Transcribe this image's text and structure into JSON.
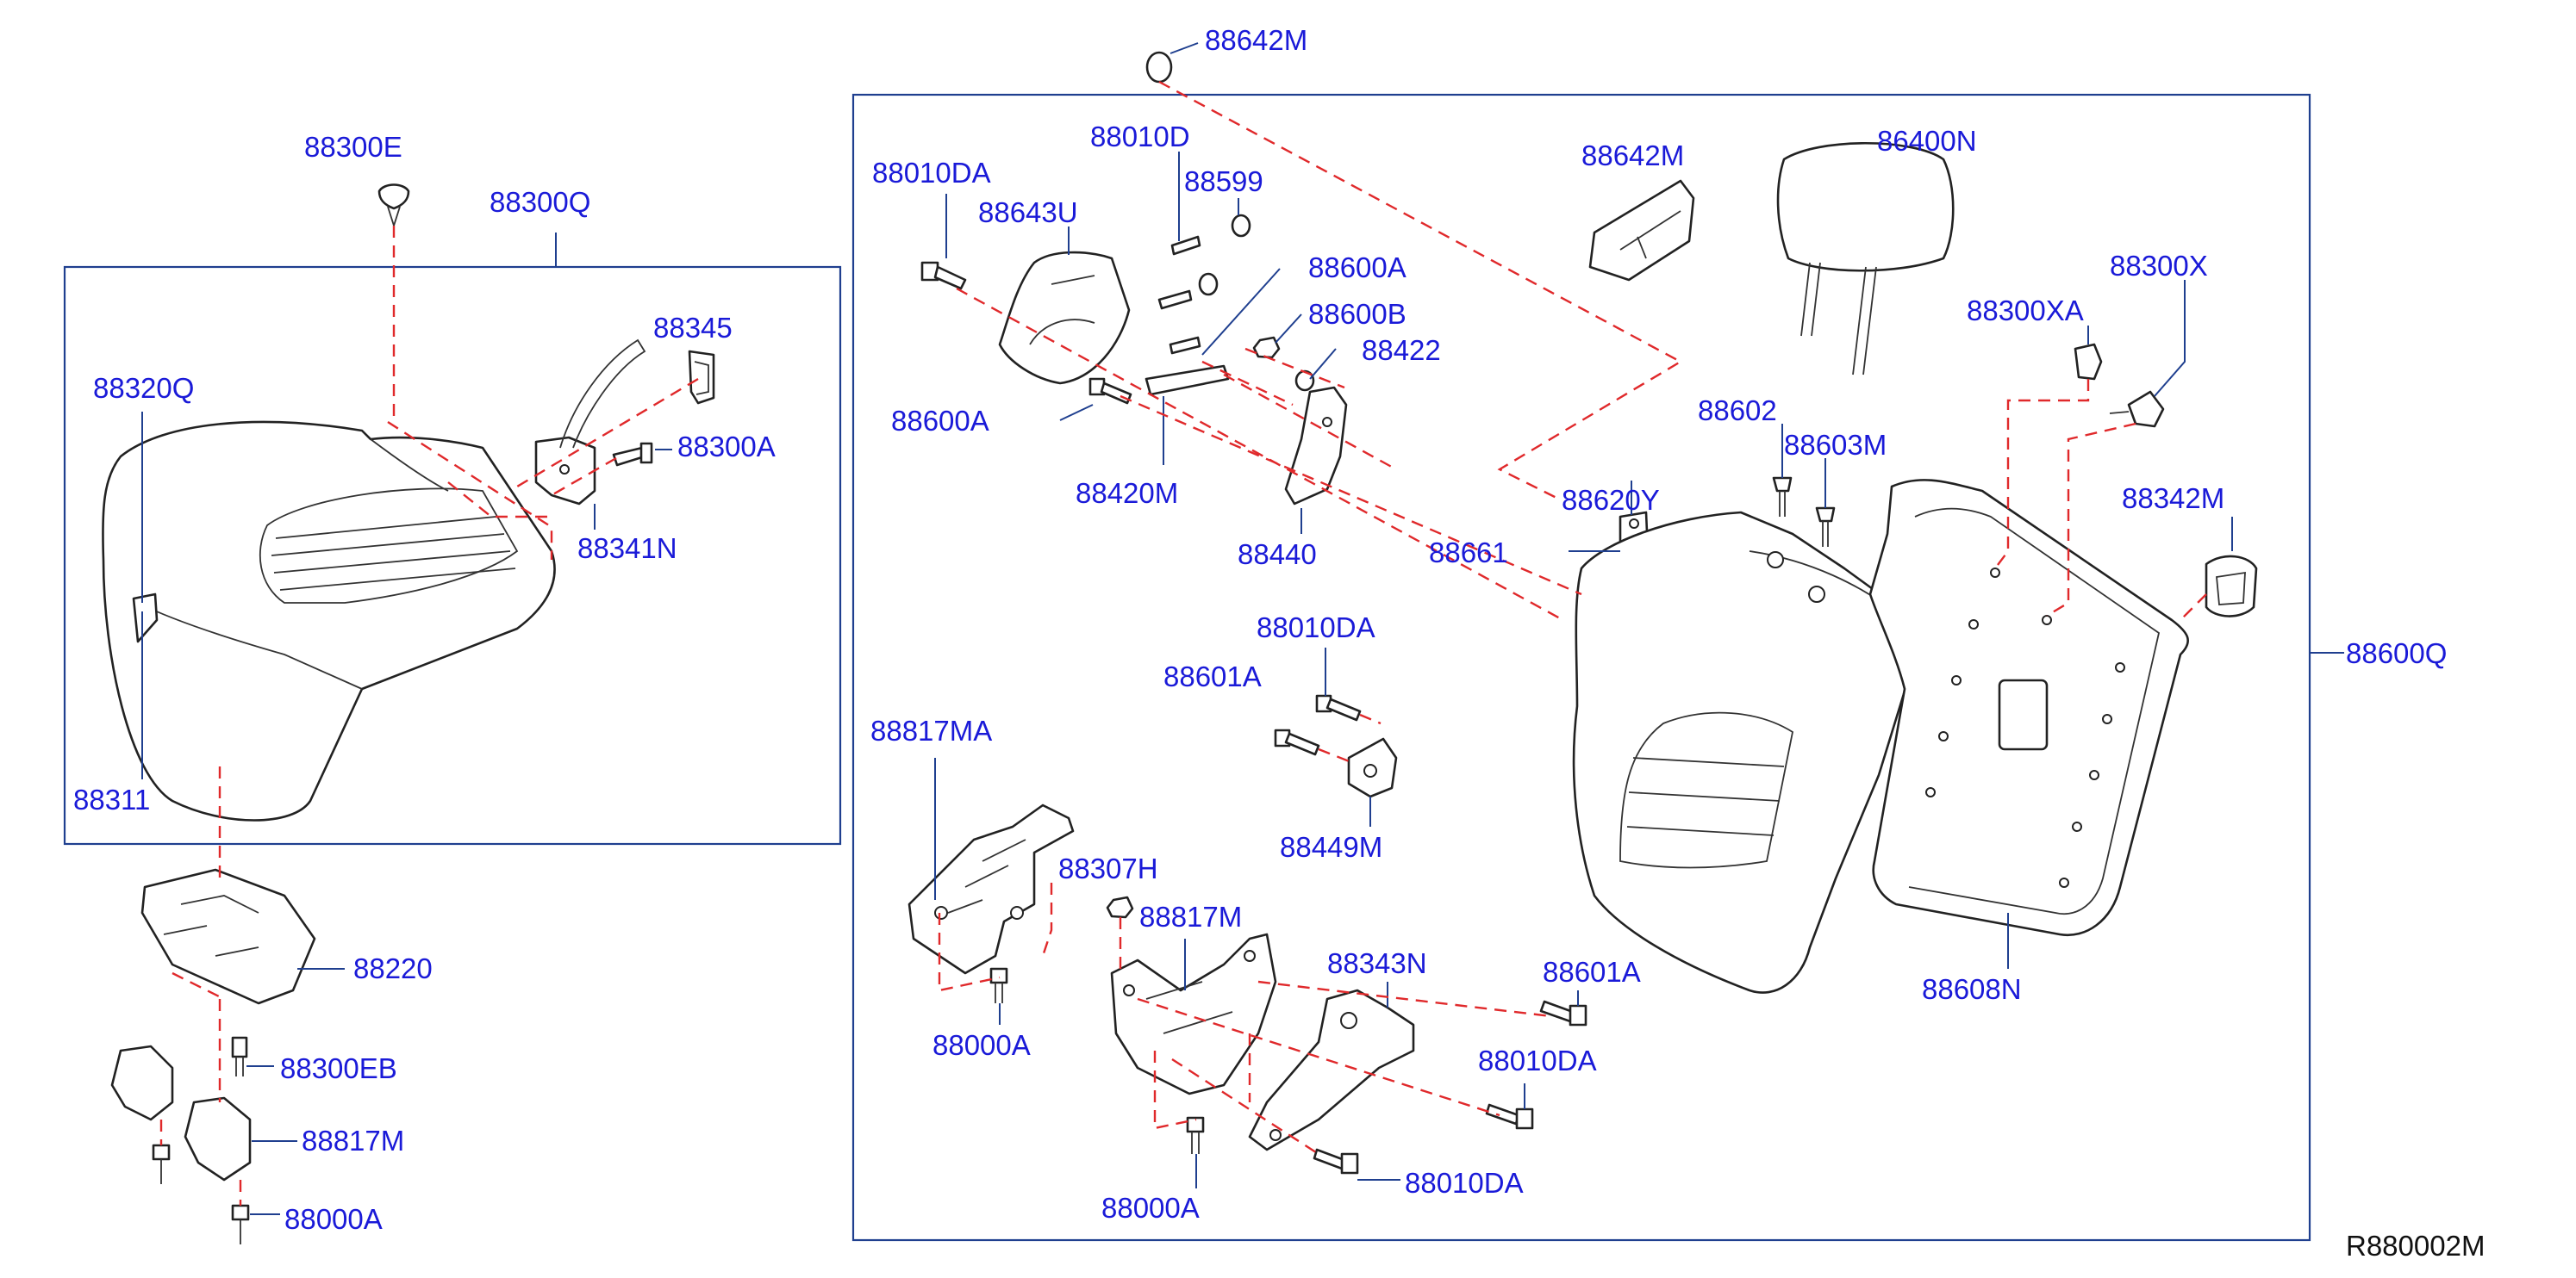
{
  "diagram_code": "R880002M",
  "labels": {
    "p88300E": "88300E",
    "p88300Q": "88300Q",
    "p88345": "88345",
    "p88320Q": "88320Q",
    "p88300A": "88300A",
    "p88341N": "88341N",
    "p88311": "88311",
    "p88220": "88220",
    "p88300EB": "88300EB",
    "p88817M_left": "88817M",
    "p88000A_left": "88000A",
    "p88642M_top": "88642M",
    "p88010D": "88010D",
    "p88010DA_topleft": "88010DA",
    "p88599": "88599",
    "p88643U": "88643U",
    "p88600A_right": "88600A",
    "p88600B": "88600B",
    "p88422": "88422",
    "p88600A_left": "88600A",
    "p88420M": "88420M",
    "p88440": "88440",
    "p88661": "88661",
    "p88642M_mid": "88642M",
    "p86400N": "86400N",
    "p88300X": "88300X",
    "p88300XA": "88300XA",
    "p88602": "88602",
    "p88603M": "88603M",
    "p88620Y": "88620Y",
    "p88342M": "88342M",
    "p88600Q": "88600Q",
    "p88010DA_mid": "88010DA",
    "p88601A_mid": "88601A",
    "p88449M": "88449M",
    "p88817MA": "88817MA",
    "p88307H": "88307H",
    "p88817M_center": "88817M",
    "p88343N": "88343N",
    "p88000A_center": "88000A",
    "p88000A_bottom": "88000A",
    "p88601A_right": "88601A",
    "p88010DA_right": "88010DA",
    "p88010DA_bottom": "88010DA",
    "p88608N": "88608N"
  }
}
